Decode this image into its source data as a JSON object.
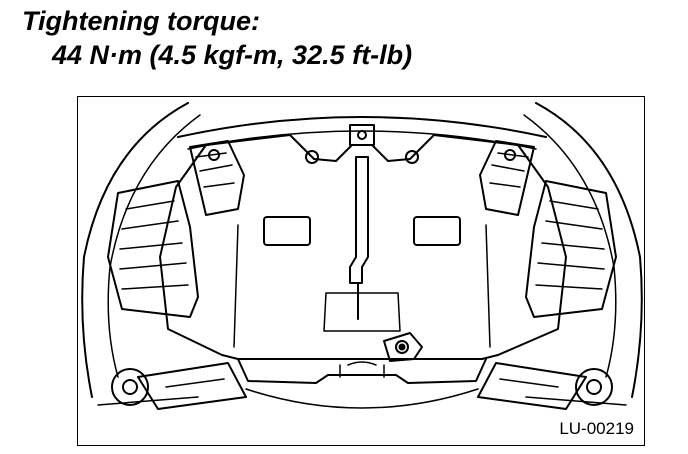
{
  "heading": {
    "title": "Tightening torque:",
    "value": "44 N·m (4.5 kgf-m, 32.5 ft-lb)"
  },
  "figure": {
    "code": "LU-00219"
  },
  "colors": {
    "line": "#000000",
    "background": "#ffffff"
  }
}
